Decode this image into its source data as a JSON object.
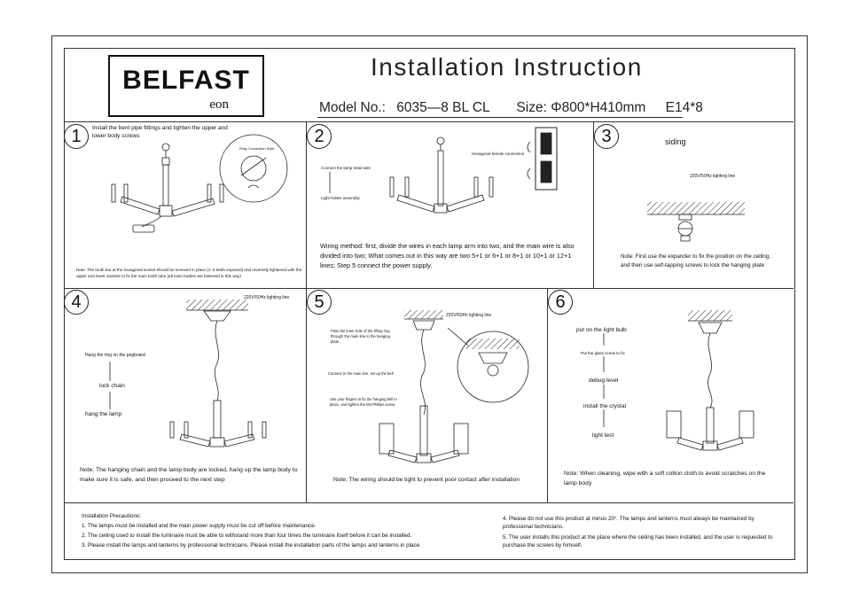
{
  "brand": {
    "name": "BELFAST",
    "sub": "eon"
  },
  "header": {
    "title": "Installation Instruction",
    "model_label": "Model No.:",
    "model_value": "6035—8 BL CL",
    "size_label": "Size:",
    "size_value": "Φ800*H410mm",
    "bulb": "E14*8"
  },
  "steps": [
    {
      "num": "1",
      "caption": "Install the bent pipe fittings and tighten the upper and lower body screws",
      "callout": "Ring Connection Style",
      "note": "Note: The tooth bar at the hexagonal socket should be screwed in place (1–2 teeth exposed) and reversely tightened with the upper and lower sockets to fix the main tooth tube (all main bodies are fastened in this way)"
    },
    {
      "num": "2",
      "label_a": "Connect the lamp head wire",
      "label_b": "Light holder assembly",
      "label_c": "Hexagonal female connection",
      "note": "Wiring method: first, divide the wires in each lamp arm into two, and the main wire is also divided into two; What comes out in this way are two 5+1 or 6+1 or 8+1 or 10+1 or 12+1 lines; Step 5 connect the power supply."
    },
    {
      "num": "3",
      "label_a": "siding",
      "label_b": "220V/50Hz lighting line",
      "note": "Note: First use the expander to fix the position on the ceiling, and then use self-tapping screws to lock the hanging plate"
    },
    {
      "num": "4",
      "label_a": "220V/50Hz lighting line",
      "label_b": "Hang the ring on the pegboard",
      "label_c": "lock chain",
      "label_d": "hang the lamp",
      "note": "Note: The hanging chain and the lamp body are locked, hang up the lamp body to make sure it is safe, and then proceed to the next step"
    },
    {
      "num": "5",
      "label_a": "220V/50Hz lighting line",
      "label_b": "Pass the inner hole of the lifting ring through the main line to the hanging plate",
      "label_c": "Connect to the main line, set up the bell",
      "label_d": "Use your fingers to fix the hanging bell in place, and tighten the M4 Phillips screw",
      "note": "Note: The wiring should be tight to prevent poor contact after installation"
    },
    {
      "num": "6",
      "label_a": "put on the light bulb",
      "label_b": "Put the glass screw to fix",
      "label_c": "debug level",
      "label_d": "install the crystal",
      "label_e": "light test",
      "note": "Note: When cleaning, wipe with a soft cotton cloth to avoid scratches on the lamp body"
    }
  ],
  "precautions": {
    "title": "Installation Precautions:",
    "items_left": [
      "1. The lamps must be installed and the main power supply must be cut off before maintenance.",
      "2. The ceiling used to install the luminaire must be able to withstand more than four times the luminaire itself before it can be installed.",
      "3. Please install the lamps and lanterns by professional technicians. Please install the installation parts of the lamps and lanterns in place."
    ],
    "items_right": [
      "4. Please do not use this product at minus 20°. The lamps and lanterns must always be maintained by professional technicians.",
      "5. The user installs this product at the place where the ceiling has been installed, and the user is requested to purchase the screws by himself."
    ]
  }
}
